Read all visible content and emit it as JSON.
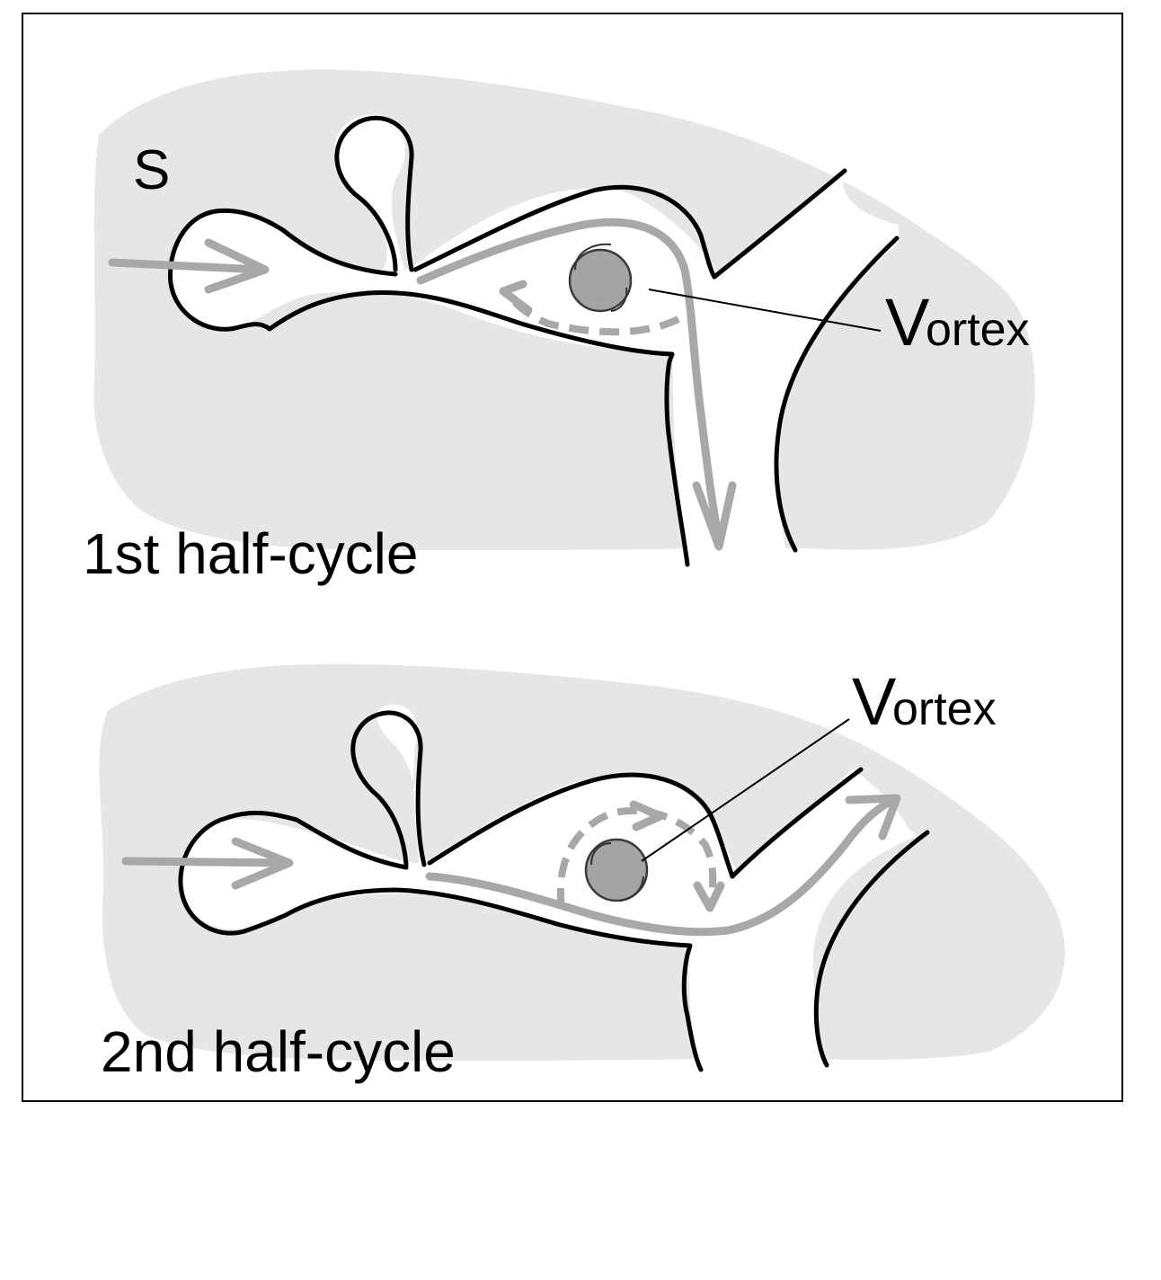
{
  "labels": {
    "s_marker": "S",
    "panel_top_caption": "1st half-cycle",
    "panel_bottom_caption": "2nd half-cycle",
    "vortex_top_initial": "V",
    "vortex_top_rest": "ortex",
    "vortex_bottom_initial": "V",
    "vortex_bottom_rest": "ortex"
  },
  "colors": {
    "tissue": "#e6e6e6",
    "flow_arrow": "#a8a8a8",
    "vortex_core": "#a4a4a4",
    "wall": "#000000"
  }
}
